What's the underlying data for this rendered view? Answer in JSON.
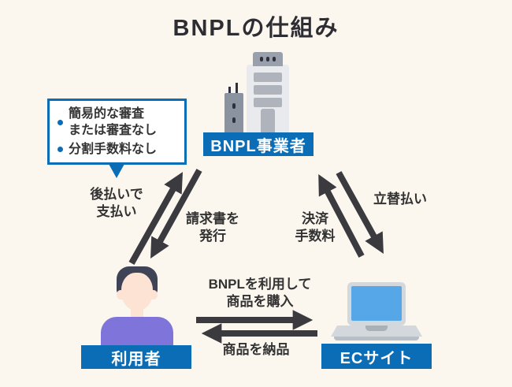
{
  "title": "BNPLの仕組み",
  "nodes": {
    "bnpl": {
      "label": "BNPL事業者"
    },
    "user": {
      "label": "利用者"
    },
    "ec": {
      "label": "ECサイト"
    }
  },
  "callout": {
    "attached_to": "BNPL事業者",
    "items": [
      {
        "text": "簡易的な審査\nまたは審査なし"
      },
      {
        "text": "分割手数料なし"
      }
    ]
  },
  "arrows": {
    "pay_later": {
      "label": "後払いで\n支払い",
      "from": "利用者",
      "to": "BNPL事業者"
    },
    "invoice": {
      "label": "請求書を\n発行",
      "from": "BNPL事業者",
      "to": "利用者"
    },
    "fee": {
      "label": "決済\n手数料",
      "from": "ECサイト",
      "to": "BNPL事業者"
    },
    "advance": {
      "label": "立替払い",
      "from": "BNPL事業者",
      "to": "ECサイト"
    },
    "purchase": {
      "label": "BNPLを利用して\n商品を購入",
      "from": "利用者",
      "to": "ECサイト"
    },
    "deliver": {
      "label": "商品を納品",
      "from": "ECサイト",
      "to": "利用者"
    }
  },
  "colors": {
    "accent_blue": "#0a6db6",
    "arrow_dark": "#3a3a3f",
    "background": "#fbf7ef"
  }
}
